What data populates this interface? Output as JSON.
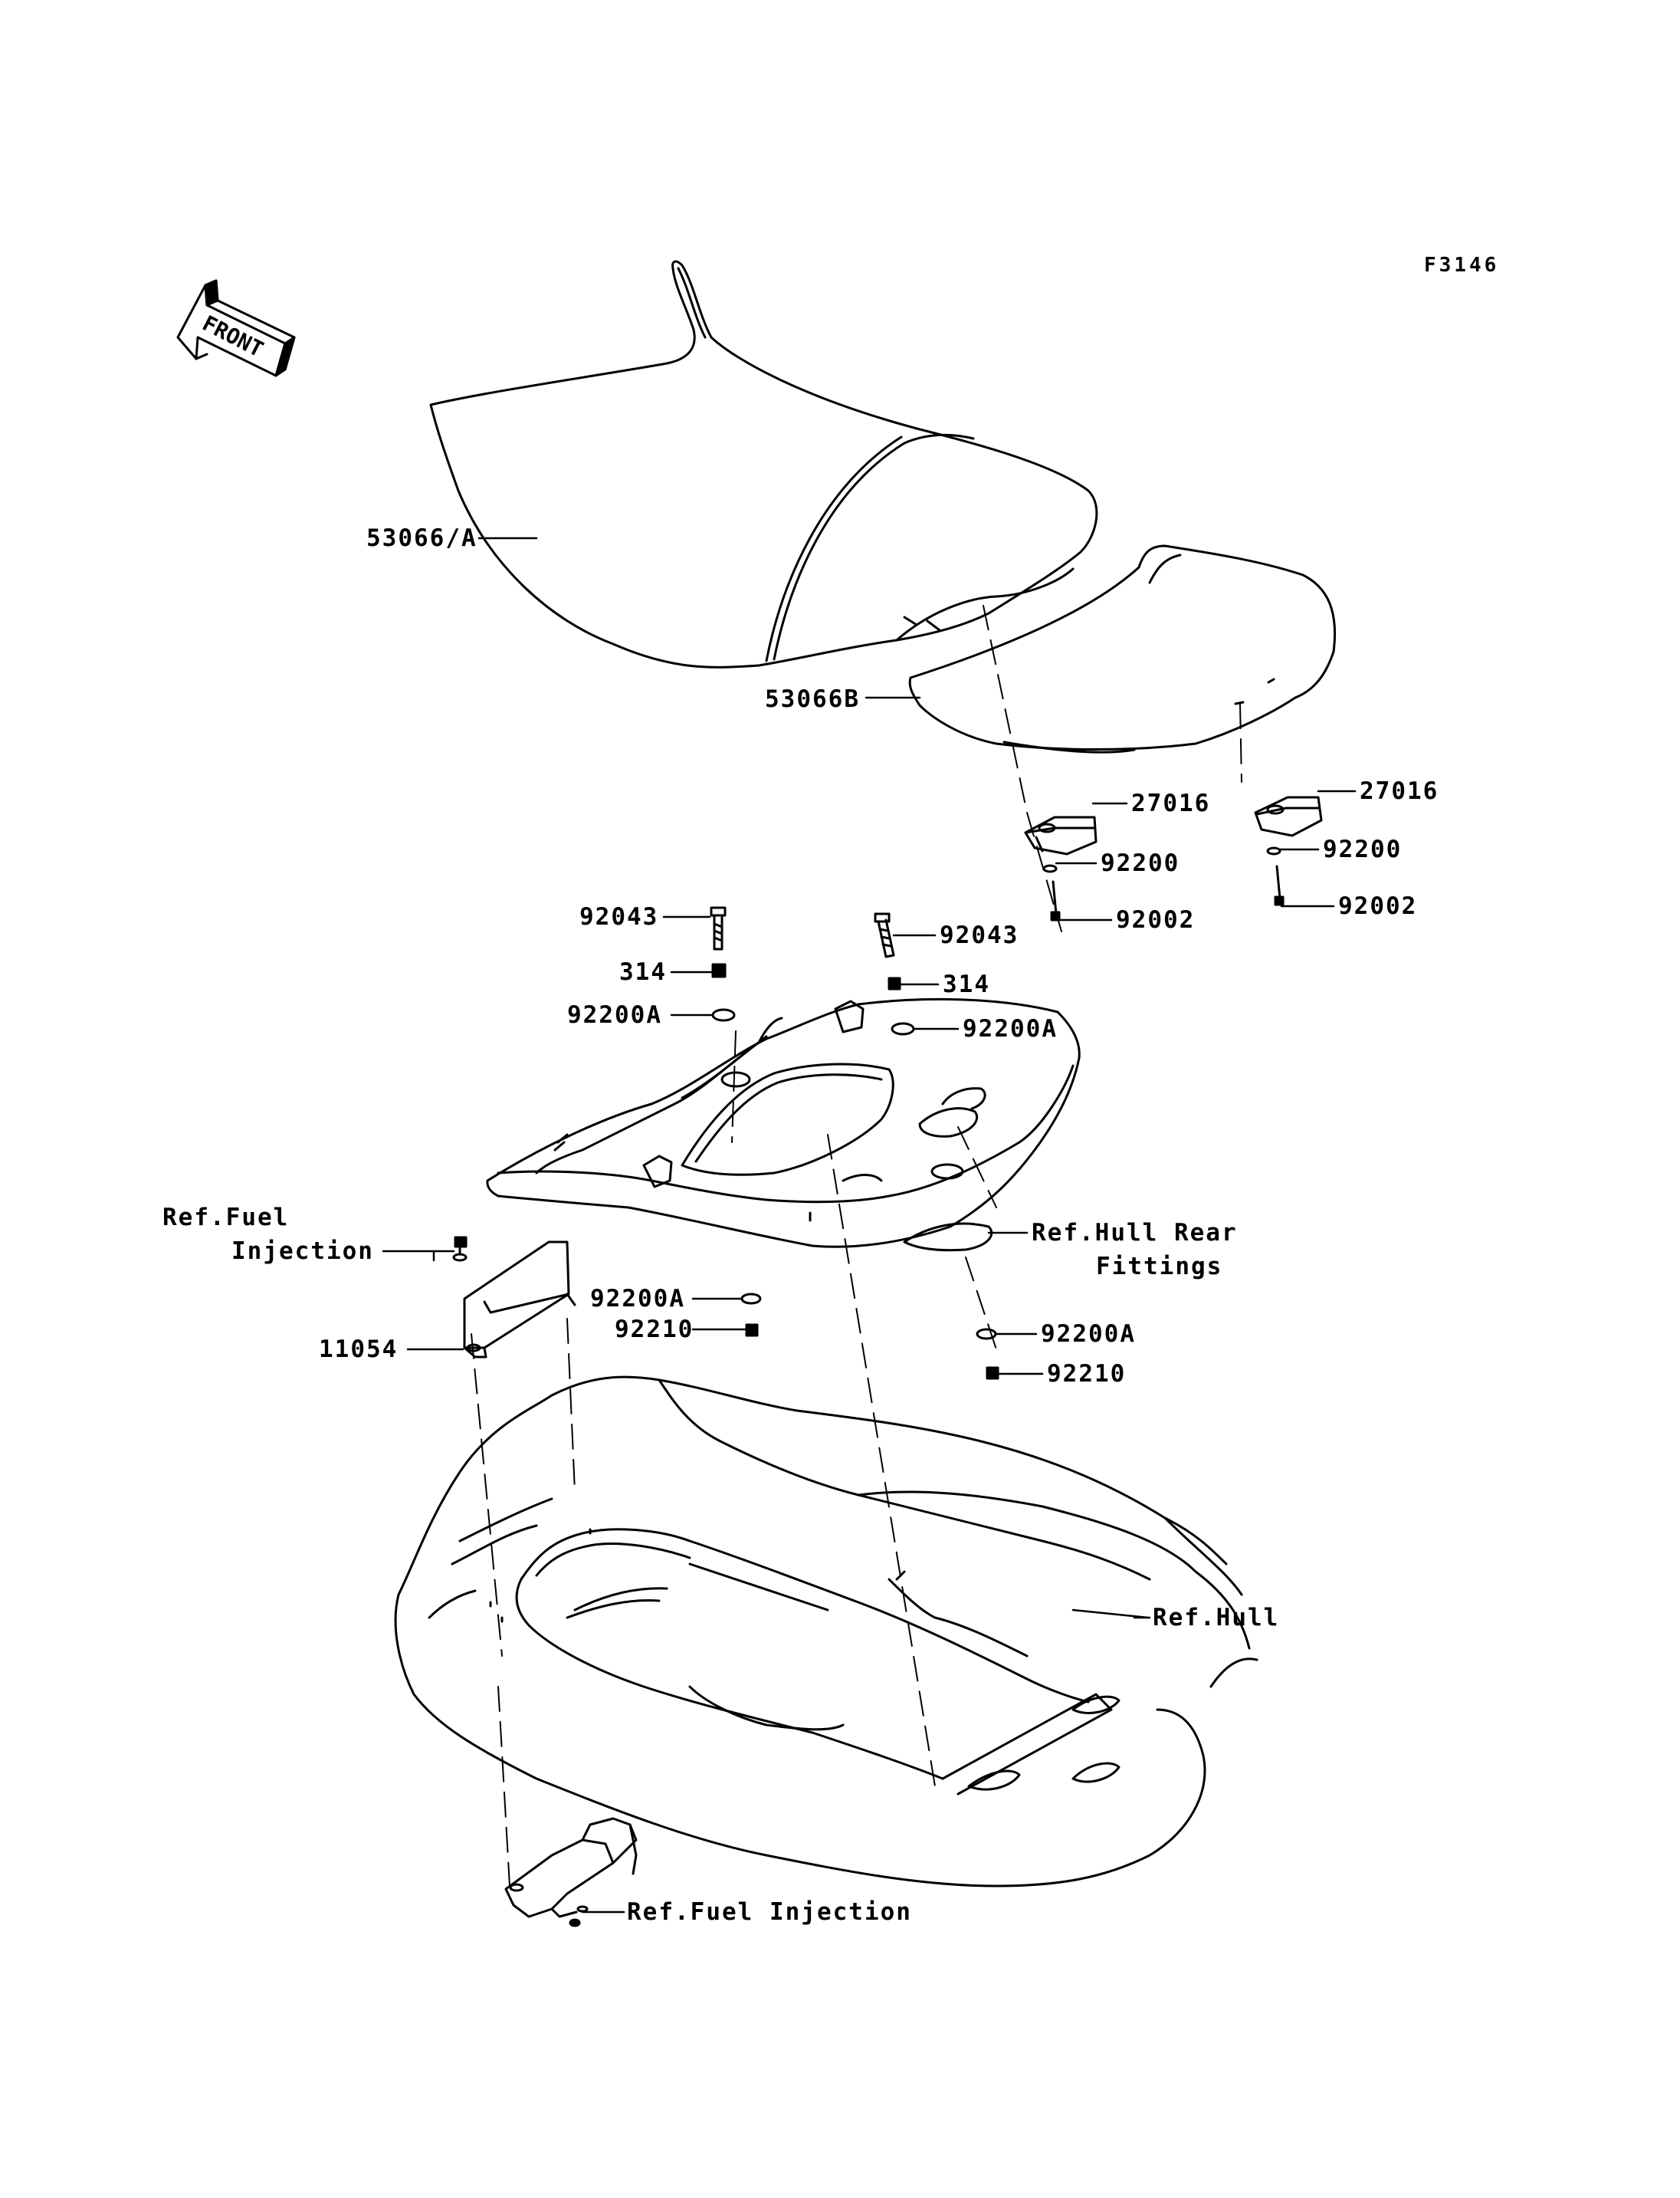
{
  "figure_code": "F3146",
  "front_arrow_label": "FRONT",
  "labels": {
    "seat_front": "53066/A",
    "seat_rear": "53066B",
    "bracket_left": "27016",
    "bracket_right": "27016",
    "washer_left": "92200",
    "washer_right": "92200",
    "bolt_left": "92002",
    "bolt_right": "92002",
    "stud_left": "92043",
    "stud_right": "92043",
    "nut_left": "314",
    "nut_right": "314",
    "washer_a_left_top": "92200A",
    "washer_a_right_top": "92200A",
    "washer_a_left_bottom": "92200A",
    "washer_a_right_bottom": "92200A",
    "nut_lower_left": "92210",
    "nut_lower_right": "92210",
    "cover": "11054",
    "ref_fuel_injection_top_line1": "Ref.Fuel",
    "ref_fuel_injection_top_line2": "Injection",
    "ref_hull_rear_line1": "Ref.Hull Rear",
    "ref_hull_rear_line2": "Fittings",
    "ref_hull": "Ref.Hull",
    "ref_fuel_injection_bottom": "Ref.Fuel Injection"
  }
}
